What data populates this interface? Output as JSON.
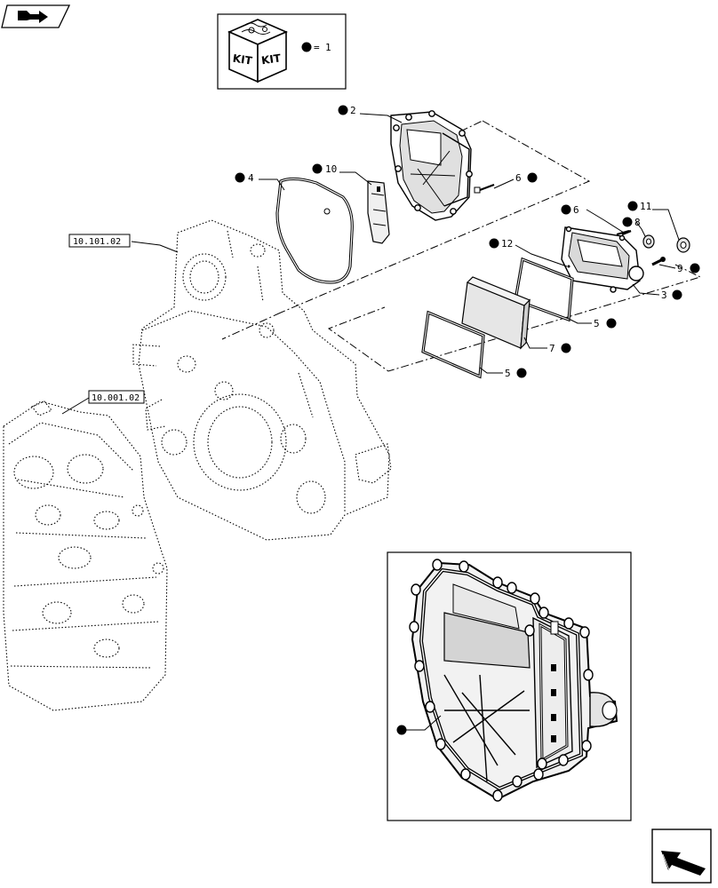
{
  "kit_legend": {
    "kit_text_left": "KIT",
    "kit_text_right": "KIT",
    "equals": "=",
    "kit_item": "1"
  },
  "references": {
    "ref_cover": "10.101.02",
    "ref_block": "10.001.02"
  },
  "callouts": {
    "c2": "2",
    "c4": "4",
    "c10": "10",
    "c6a": "6",
    "c6b": "6",
    "c11": "11",
    "c8": "8",
    "c9": "9",
    "c12": "12",
    "c3": "3",
    "c5a": "5",
    "c7": "7",
    "c5b": "5"
  },
  "icons": {
    "top_left": "book-arrow-icon",
    "bottom_right": "next-page-arrow-icon"
  }
}
